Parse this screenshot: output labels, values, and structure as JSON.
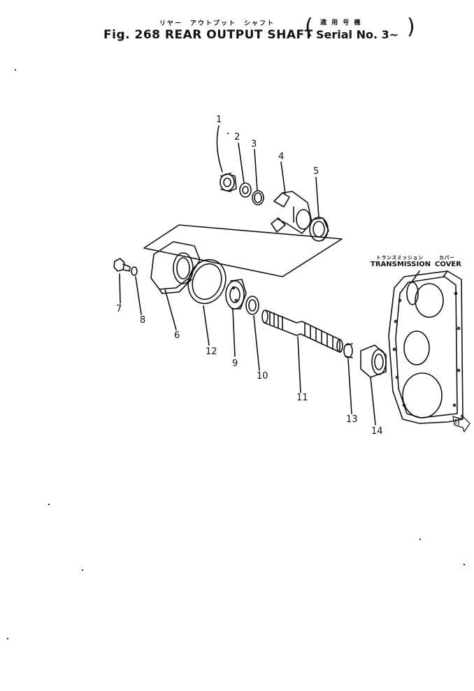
{
  "header": {
    "katakana_title": "リヤー　アウトプット　シャフト",
    "fig_title": "Fig. 268 REAR OUTPUT SHAFT",
    "katakana_applicable": "適 用 号 機",
    "serial": "Serial No. 3~"
  },
  "labels": {
    "transmission_katakana": "トランスミッション",
    "transmission": "TRANSMISSION",
    "cover_katakana": "カバー",
    "cover": "COVER"
  },
  "parts": [
    {
      "num": "1"
    },
    {
      "num": "2"
    },
    {
      "num": "3"
    },
    {
      "num": "4"
    },
    {
      "num": "5"
    },
    {
      "num": "6"
    },
    {
      "num": "7"
    },
    {
      "num": "8"
    },
    {
      "num": "9"
    },
    {
      "num": "10"
    },
    {
      "num": "11"
    },
    {
      "num": "12"
    },
    {
      "num": "13"
    },
    {
      "num": "14"
    }
  ],
  "icons": {
    "front_arrow": "front-direction-arrow-icon"
  }
}
